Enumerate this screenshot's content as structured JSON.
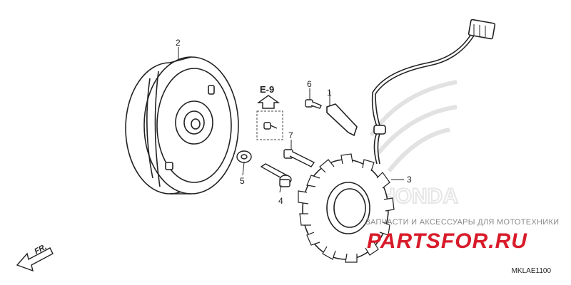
{
  "diagram": {
    "part_callouts": [
      {
        "number": "1"
      },
      {
        "number": "2"
      },
      {
        "number": "3"
      },
      {
        "number": "4"
      },
      {
        "number": "5"
      },
      {
        "number": "6"
      },
      {
        "number": "7"
      }
    ],
    "reference": "E-9",
    "direction_label": "FR.",
    "diagram_code": "MKLAE1100"
  },
  "watermark": {
    "line1": "ЗАПЧАСТИ И АКСЕССУАРЫ ДЛЯ МОТОТЕХНИКИ",
    "line2": "PARTSFOR.RU",
    "color": "#d81b2a"
  },
  "colors": {
    "line": "#222222",
    "background": "#ffffff",
    "logo_faint": "#e6e6e6"
  }
}
